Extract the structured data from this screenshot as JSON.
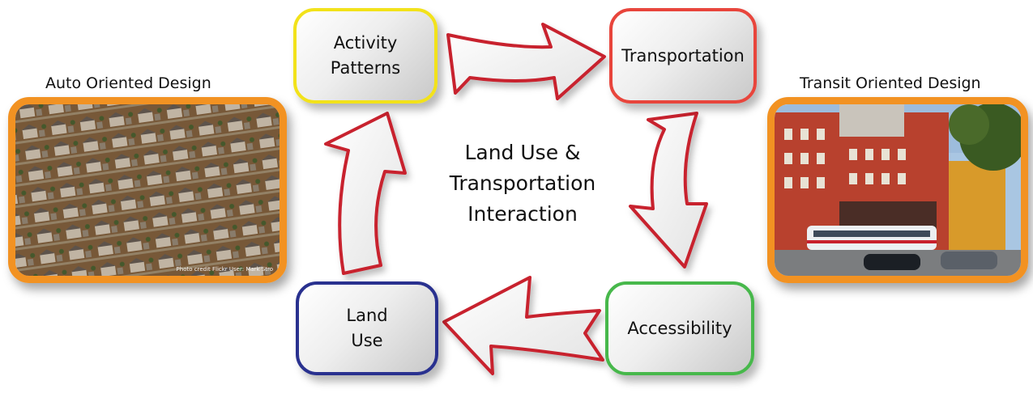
{
  "diagram": {
    "center": {
      "line1": "Land Use &",
      "line2": "Transportation",
      "line3": "Interaction"
    },
    "nodes": {
      "activity": {
        "line1": "Activity",
        "line2": "Patterns",
        "border_color": "#f2e21a"
      },
      "transportation": {
        "label": "Transportation",
        "border_color": "#e8453c"
      },
      "accessibility": {
        "label": "Accessibility",
        "border_color": "#47b84b"
      },
      "land_use": {
        "line1": "Land",
        "line2": "Use",
        "border_color": "#29318f"
      }
    },
    "arrow_outline_color": "#c8202d",
    "cycle": [
      "Activity Patterns",
      "Transportation",
      "Accessibility",
      "Land Use"
    ]
  },
  "photos": {
    "auto": {
      "caption": "Auto Oriented Design",
      "credit": "Photo credit Flickr User: Mark Stro",
      "icon": "suburban-houses-aerial"
    },
    "transit": {
      "caption": "Transit Oriented Design",
      "icon": "city-streetcar-building"
    },
    "frame_color": "#f29222"
  }
}
